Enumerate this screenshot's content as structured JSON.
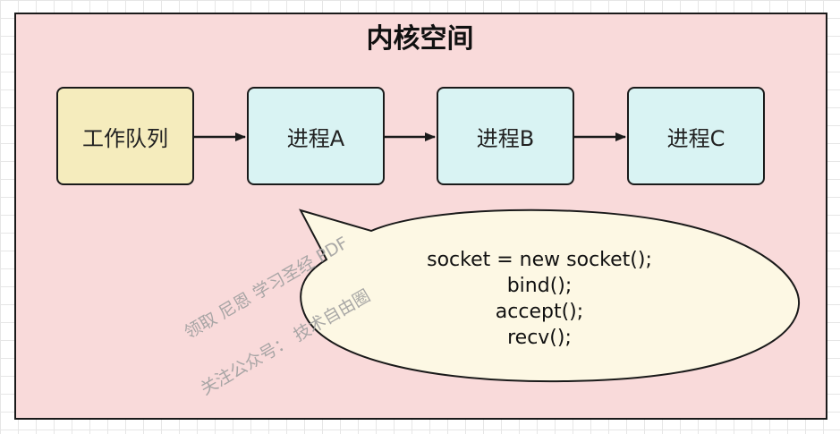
{
  "title": "内核空间",
  "nodes": [
    {
      "id": "queue",
      "label": "工作队列"
    },
    {
      "id": "a",
      "label": "进程A"
    },
    {
      "id": "b",
      "label": "进程B"
    },
    {
      "id": "c",
      "label": "进程C"
    }
  ],
  "callout": {
    "lines": [
      "socket = new socket();",
      "bind();",
      "accept();",
      "recv();"
    ]
  },
  "watermark": {
    "line1": "领取 尼恩 学习圣经 PDF",
    "line2": "关注公众号： 技术自由圈"
  },
  "colors": {
    "kernel_bg": "#f9dada",
    "queue_bg": "#f5ecbd",
    "process_bg": "#d9f3f3",
    "callout_bg": "#fdf8e4"
  }
}
